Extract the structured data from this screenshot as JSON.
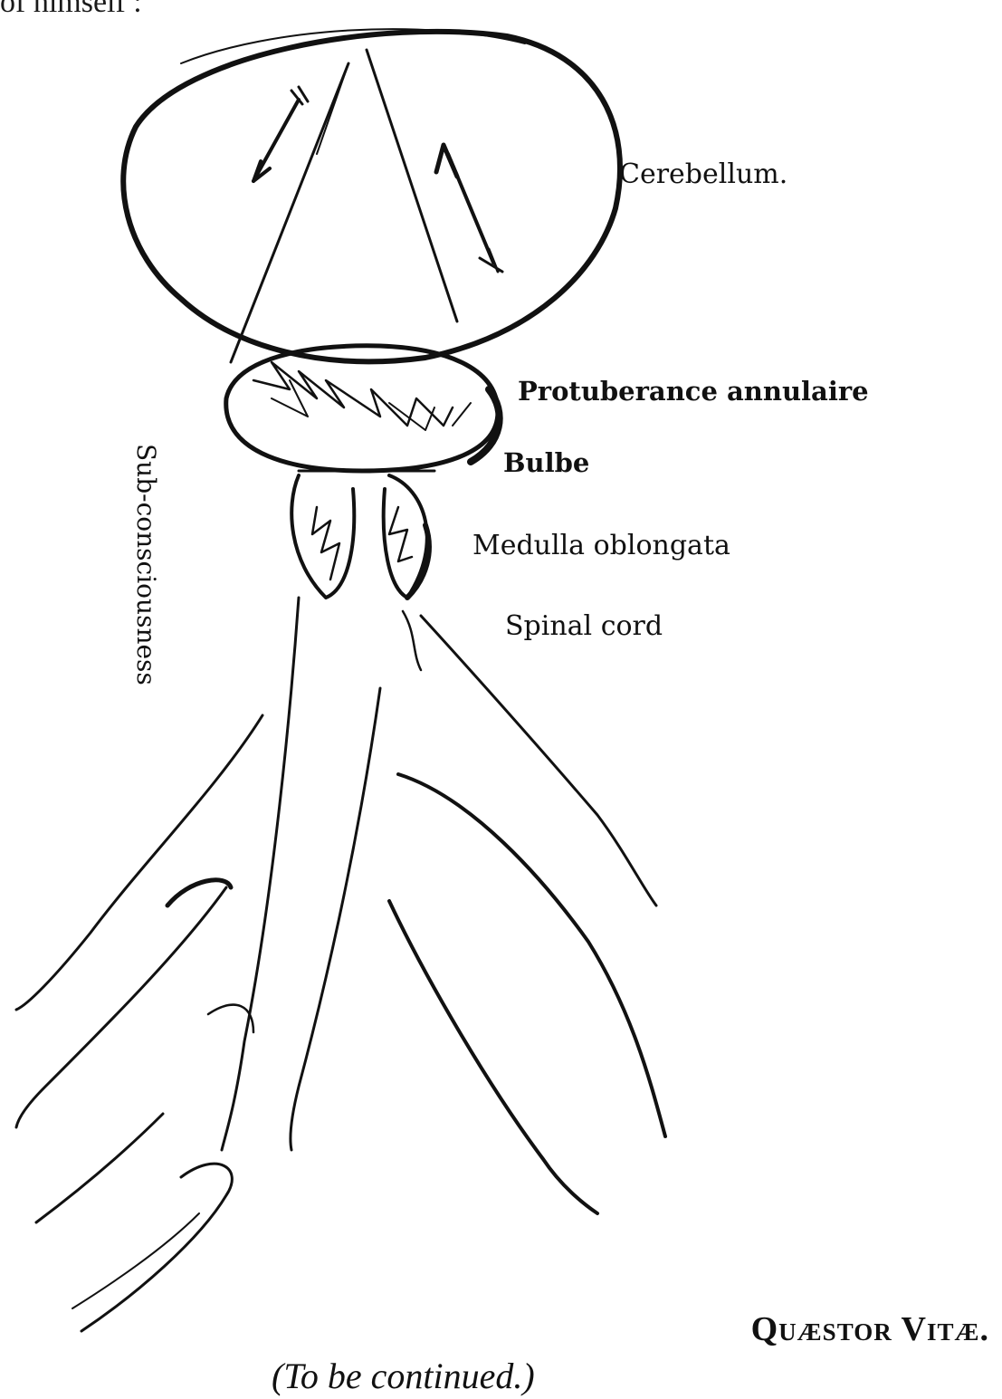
{
  "top_fragment": "of himself :",
  "labels": {
    "cerebellum": "Cerebellum.",
    "protuberance": "Protuberance annulaire",
    "bulbe": "Bulbe",
    "medulla": "Medulla oblongata",
    "spinal_cord": "Spinal cord",
    "subconsciousness": "Sub-consciousness"
  },
  "signature": "Quæstor Vitæ.",
  "continued": "(To be continued.)",
  "colors": {
    "ink": "#111111",
    "paper": "#ffffff"
  }
}
